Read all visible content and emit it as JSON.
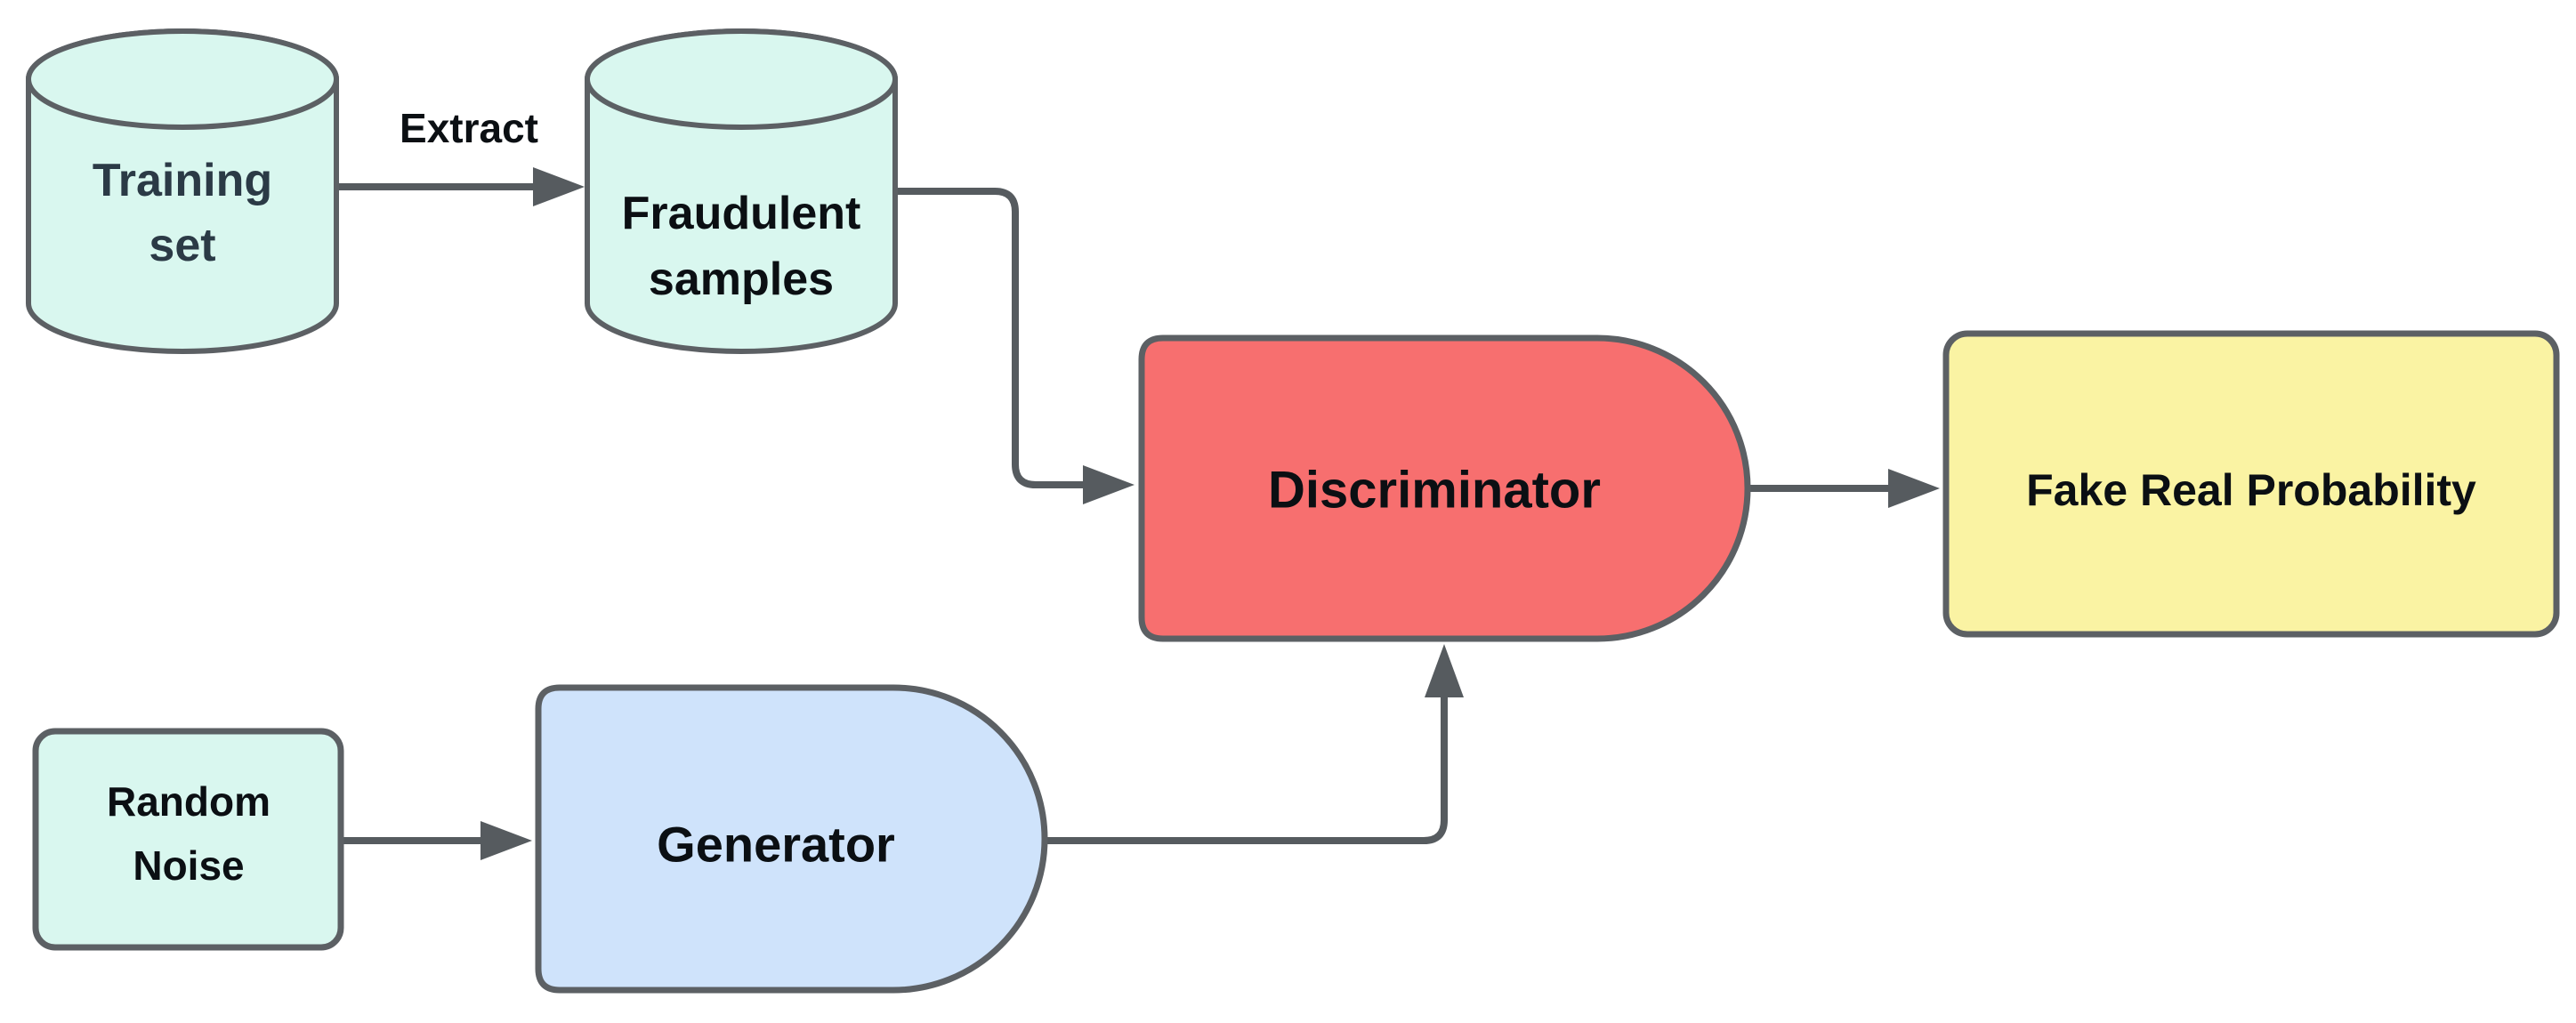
{
  "diagram": {
    "type": "flowchart",
    "topic": "GAN architecture for fraud detection",
    "colors": {
      "background": "#ffffff",
      "line": "#5c6064",
      "arrow": "#565b5f",
      "mint": "#d9f7ef",
      "blue": "#cfe3fb",
      "red": "#f76f6f",
      "yellow": "#faf3a3",
      "text_dark": "#0b0f13",
      "text_slate": "#2b3a46"
    },
    "nodes": {
      "training_set": {
        "shape": "cylinder",
        "label_line1": "Training",
        "label_line2": "set",
        "fill": "#d9f7ef",
        "text_color": "#2b3a46"
      },
      "fraudulent_samples": {
        "shape": "cylinder",
        "label_line1": "Fraudulent",
        "label_line2": "samples",
        "fill": "#d9f7ef",
        "text_color": "#0b0f13"
      },
      "random_noise": {
        "shape": "rounded-rect",
        "label_line1": "Random",
        "label_line2": "Noise",
        "fill": "#d9f7ef",
        "text_color": "#0b0f13"
      },
      "generator": {
        "shape": "d-block",
        "label": "Generator",
        "fill": "#cfe3fb",
        "text_color": "#0b0f13"
      },
      "discriminator": {
        "shape": "d-block",
        "label": "Discriminator",
        "fill": "#f76f6f",
        "text_color": "#0b0f13"
      },
      "fake_real_probability": {
        "shape": "rounded-rect",
        "label": "Fake Real Probability",
        "fill": "#faf3a3",
        "text_color": "#0b0f13"
      }
    },
    "edges": [
      {
        "from": "training_set",
        "to": "fraudulent_samples",
        "label": "Extract"
      },
      {
        "from": "fraudulent_samples",
        "to": "discriminator",
        "label": ""
      },
      {
        "from": "random_noise",
        "to": "generator",
        "label": ""
      },
      {
        "from": "generator",
        "to": "discriminator",
        "label": ""
      },
      {
        "from": "discriminator",
        "to": "fake_real_probability",
        "label": ""
      }
    ]
  }
}
